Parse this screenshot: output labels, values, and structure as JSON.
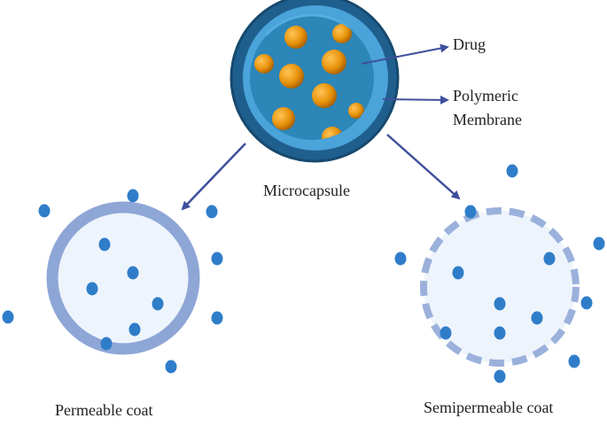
{
  "labels": {
    "drug": "Drug",
    "polymeric_line1": "Polymeric",
    "polymeric_line2": "Membrane",
    "microcapsule": "Microcapsule",
    "permeable": "Permeable coat",
    "semipermeable": "Semipermeable coat"
  },
  "colors": {
    "capsule_outer": "#1f5f8e",
    "membrane": "#4aa3d9",
    "capsule_core": "#2c86b8",
    "drug_sphere": "#e8940c",
    "arrow": "#3f4f9c",
    "permeable_ring": "#8ea6d6",
    "inner_fill": "#eef4fc",
    "dot": "#2f7dc9",
    "semipermeable_dash": "#9bb1dc"
  },
  "icons": {
    "capsule": "microcapsule-sphere",
    "drug": "drug-particle",
    "permeable": "permeable-coat-circle",
    "semipermeable": "semipermeable-coat-circle"
  }
}
